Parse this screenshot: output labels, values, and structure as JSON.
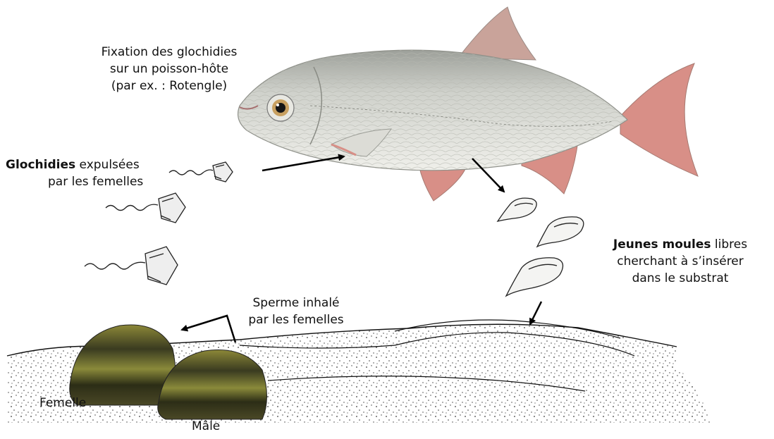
{
  "labels": {
    "fixation": [
      "Fixation des glochidies",
      "sur un poisson-hôte",
      "(par ex. : Rotengle)"
    ],
    "glochidies_bold": "Glochidies",
    "glochidies_rest": " expulsées",
    "glochidies_line2": "par les femelles",
    "jeunes_bold": "Jeunes moules",
    "jeunes_rest": " libres",
    "jeunes_line2": "cherchant à s’insérer",
    "jeunes_line3": "dans le substrat",
    "sperme": [
      "Sperme inhalé",
      "par les femelles"
    ],
    "femelle": "Femelle",
    "male": "Mâle"
  },
  "colors": {
    "fish_body": "#d9d9d2",
    "fish_back": "#a9aba4",
    "fin": "#d88f87",
    "mussel_dark": "#2f301a",
    "mussel_band": "#8c8838",
    "sand_dot": "#3a3a3a",
    "arrow": "#000000"
  }
}
